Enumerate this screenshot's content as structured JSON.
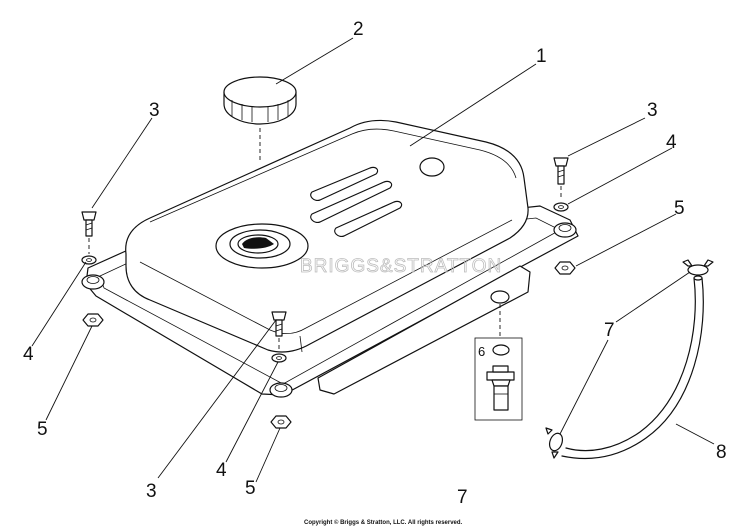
{
  "diagram": {
    "watermark": "BRIGGS&STRATTON",
    "copyright": "Copyright © Briggs & Stratton, LLC. All rights reserved.",
    "callouts": {
      "tank": "1",
      "cap": "2",
      "screw_left": "3",
      "screw_right": "3",
      "screw_front": "3",
      "washer_left": "4",
      "washer_right": "4",
      "washer_front": "4",
      "nut_left": "5",
      "nut_right": "5",
      "nut_front": "5",
      "fitting": "6",
      "clamp": "7",
      "kit": "7",
      "line": "8"
    }
  }
}
